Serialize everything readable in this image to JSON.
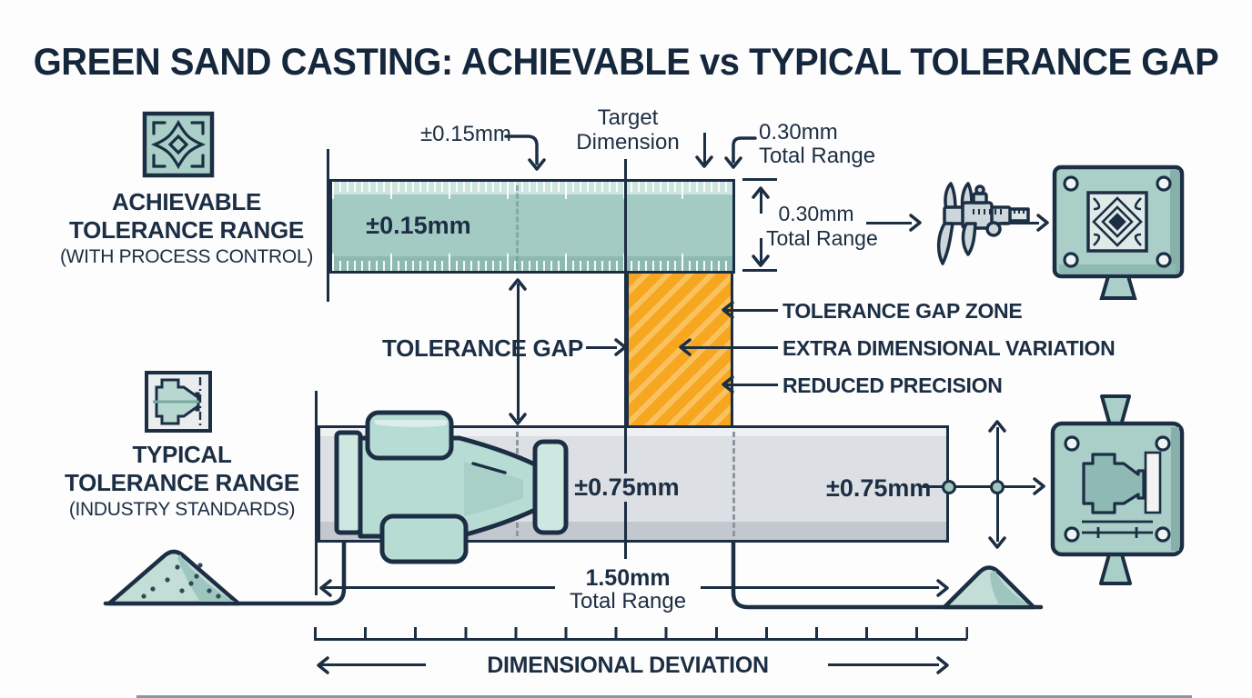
{
  "title": "GREEN SAND CASTING: ACHIEVABLE vs TYPICAL TOLERANCE GAP",
  "achievable": {
    "label": [
      "ACHIEVABLE",
      "TOLERANCE RANGE",
      "(WITH PROCESS CONTROL)"
    ],
    "bar_value": "±0.15mm",
    "callout_value": "±0.15mm",
    "range_top": [
      "0.30mm",
      "Total Range"
    ],
    "range_side": [
      "0.30mm",
      "Total Range"
    ]
  },
  "target_dimension": [
    "Target",
    "Dimension"
  ],
  "tolerance_gap": {
    "label": "TOLERANCE GAP",
    "zone_labels": [
      "TOLERANCE GAP ZONE",
      "EXTRA DIMENSIONAL VARIATION",
      "REDUCED PRECISION"
    ]
  },
  "typical": {
    "label": [
      "TYPICAL",
      "TOLERANCE RANGE",
      "(INDUSTRY STANDARDS)"
    ],
    "bar_value": "±0.75mm",
    "side_value": "±0.75mm",
    "range": [
      "1.50mm",
      "Total Range"
    ]
  },
  "axis_label": "DIMENSIONAL DEVIATION",
  "colors": {
    "navy": "#1c2e43",
    "teal_bar": "#a3cac3",
    "orange_zone": "#f6a61f",
    "orange_hatch": "#f9c25e",
    "gray_bar": "#dcdfe3",
    "icon_teal": "#a9cfc8"
  }
}
